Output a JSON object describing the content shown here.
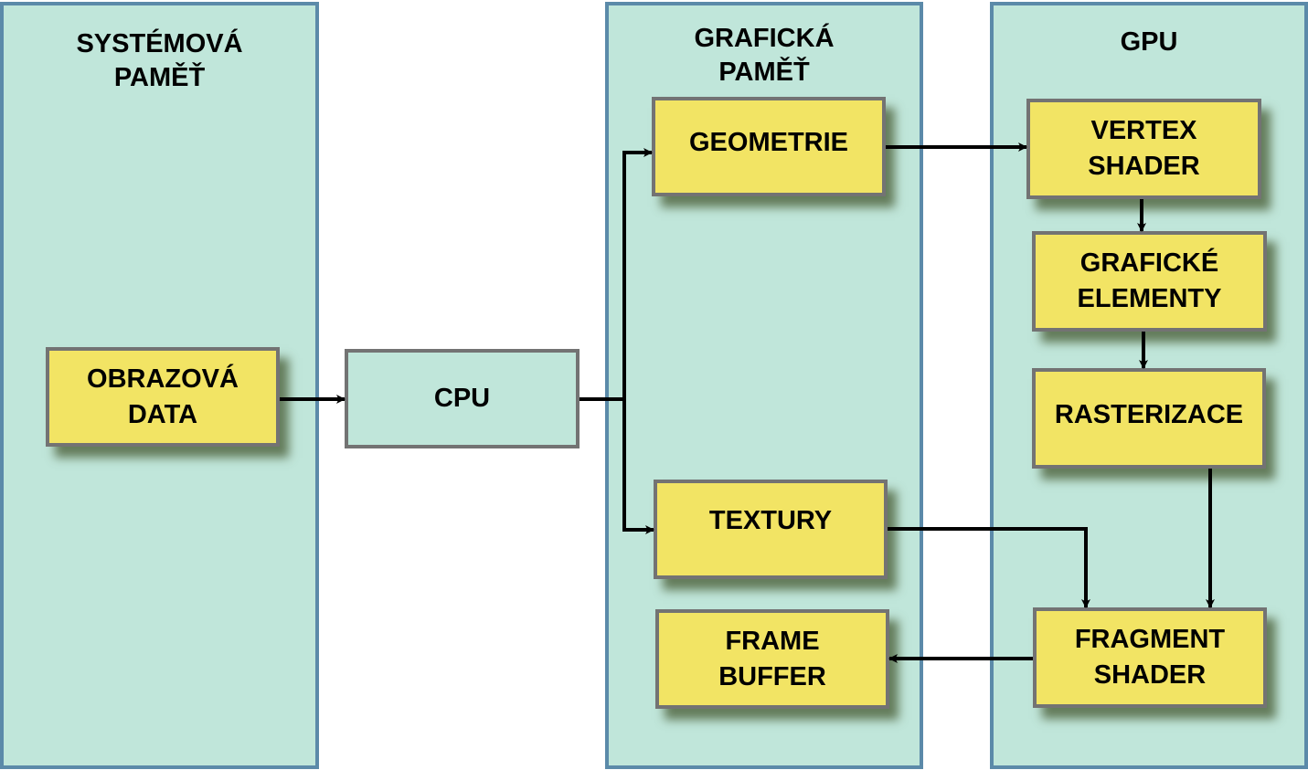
{
  "regions": {
    "system_memory": {
      "title": "SYSTÉMOVÁ\nPAMĚŤ"
    },
    "graphics_memory": {
      "title": "GRAFICKÁ\nPAMĚŤ"
    },
    "gpu": {
      "title": "GPU"
    }
  },
  "nodes": {
    "image_data": "OBRAZOVÁ\nDATA",
    "cpu": "CPU",
    "geometry": "GEOMETRIE",
    "textures": "TEXTURY",
    "frame_buffer": "FRAME\nBUFFER",
    "vertex_shader": "VERTEX\nSHADER",
    "primitives": "GRAFICKÉ\nELEMENTY",
    "rasterization": "RASTERIZACE",
    "fragment_shader": "FRAGMENT\nSHADER"
  },
  "edges": [
    {
      "from": "image_data",
      "to": "cpu"
    },
    {
      "from": "cpu",
      "to": "geometry"
    },
    {
      "from": "cpu",
      "to": "textures"
    },
    {
      "from": "geometry",
      "to": "vertex_shader"
    },
    {
      "from": "vertex_shader",
      "to": "primitives"
    },
    {
      "from": "primitives",
      "to": "rasterization"
    },
    {
      "from": "rasterization",
      "to": "fragment_shader"
    },
    {
      "from": "textures",
      "to": "fragment_shader"
    },
    {
      "from": "fragment_shader",
      "to": "frame_buffer"
    }
  ],
  "colors": {
    "region_fill": "#c0e6da",
    "region_border": "#5b8aa9",
    "node_fill": "#f2e464",
    "node_border": "#737373",
    "arrow": "#000000"
  }
}
